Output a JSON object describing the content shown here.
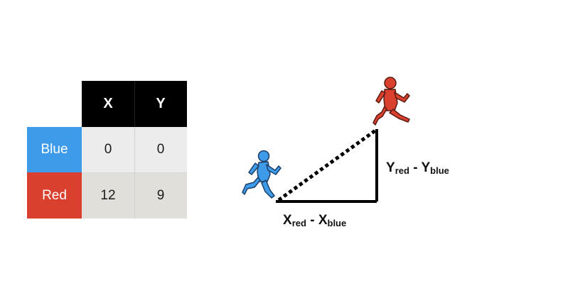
{
  "table": {
    "columns": [
      "X",
      "Y"
    ],
    "rows": [
      {
        "label": "Blue",
        "x": "0",
        "y": "0"
      },
      {
        "label": "Red",
        "x": "12",
        "y": "9"
      }
    ],
    "colors": {
      "header": "#000000",
      "blue": "#3d9be9",
      "red": "#d9402e"
    }
  },
  "diagram": {
    "x_label": {
      "main": "X",
      "sub1": "red",
      "op": " - ",
      "main2": "X",
      "sub2": "blue"
    },
    "y_label": {
      "main": "Y",
      "sub1": "red",
      "op": " - ",
      "main2": "Y",
      "sub2": "blue"
    },
    "runners": [
      {
        "name": "blue",
        "color": "#3d9be9",
        "icon": "running-figure-icon"
      },
      {
        "name": "red",
        "color": "#d9402e",
        "icon": "running-figure-icon"
      }
    ]
  }
}
